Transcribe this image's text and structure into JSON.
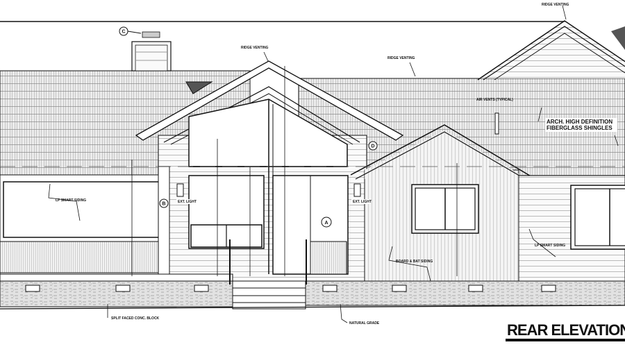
{
  "drawing": {
    "title": "REAR ELEVATION",
    "line_color": "#111111",
    "roof_tone": "#d8d8d8",
    "labels": {
      "ridge_venting_left": "RIDGE VENTING",
      "ridge_venting_center": "RIDGE VENTING",
      "ridge_venting_right": "RIDGE VENTING",
      "air_vents": "AIR VENTS (TYPICAL)",
      "shingles": "ARCH. HIGH DEFINITION FIBERGLASS SHINGLES",
      "lp_siding_left": "LP SMART SIDING",
      "lp_siding_right": "LP SMART SIDING",
      "ext_light_left": "EXT. LIGHT",
      "ext_light_right": "EXT. LIGHT",
      "board_bat": "BOARD & BAT SIDING",
      "split_faced": "SPLIT FACED CONC. BLOCK",
      "natural_grade": "NATURAL GRADE"
    },
    "callouts": {
      "a": "A",
      "b": "B",
      "c": "C",
      "d": "D"
    }
  }
}
